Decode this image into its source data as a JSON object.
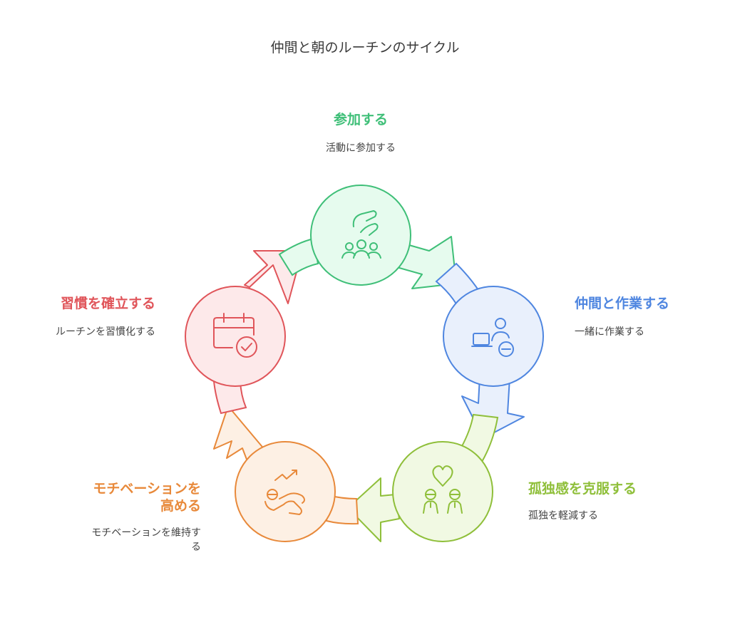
{
  "title": "仲間と朝のルーチンのサイクル",
  "steps": [
    {
      "heading": "参加する",
      "description": "活動に参加する",
      "color": "#3fbf78",
      "fill": "#e6fbee",
      "icon": "community-hands-icon"
    },
    {
      "heading": "仲間と作業する",
      "description": "一緒に作業する",
      "color": "#4f86e0",
      "fill": "#e9f0fc",
      "icon": "remote-work-icon"
    },
    {
      "heading": "孤独感を克服する",
      "description": "孤独を軽減する",
      "color": "#8fbf3a",
      "fill": "#f1f9e3",
      "icon": "people-heart-icon"
    },
    {
      "heading_lines": [
        "モチベーションを",
        "高める"
      ],
      "description_lines": [
        "モチベーションを維持す",
        "る"
      ],
      "color": "#e8893a",
      "fill": "#fdf0e4",
      "icon": "motivation-runner-icon"
    },
    {
      "heading": "習慣を確立する",
      "description": "ルーチンを習慣化する",
      "color": "#e0555a",
      "fill": "#fde9ea",
      "icon": "calendar-check-icon"
    }
  ]
}
